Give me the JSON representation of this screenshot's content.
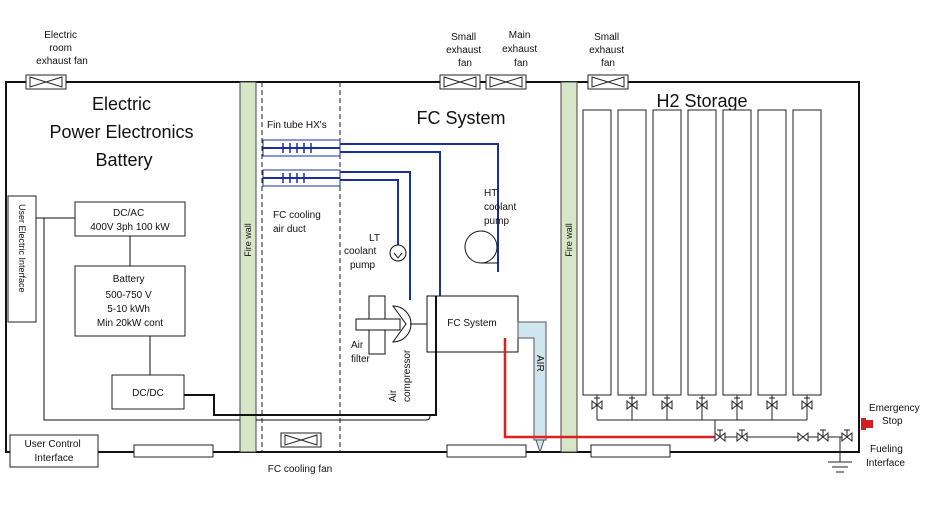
{
  "labels": {
    "electric_room_fan": [
      "Electric",
      "room",
      "exhaust fan"
    ],
    "small_fan_left": [
      "Small",
      "exhaust",
      "fan"
    ],
    "main_fan": [
      "Main",
      "exhaust",
      "fan"
    ],
    "small_fan_right": [
      "Small",
      "exhaust",
      "fan"
    ],
    "electric_title": [
      "Electric",
      "Power Electronics",
      "Battery"
    ],
    "fc_title": "FC System",
    "h2_title": "H2 Storage",
    "fin_tube": "Fin tube HX's",
    "fc_cooling_duct": [
      "FC cooling",
      "air duct"
    ],
    "fire_wall": "Fire wall",
    "lt_pump": [
      "LT",
      "coolant",
      "pump"
    ],
    "ht_pump": [
      "HT",
      "coolant",
      "pump"
    ],
    "dcac": [
      "DC/AC",
      "400V 3ph 100 kW"
    ],
    "battery": [
      "Battery",
      "500-750 V",
      "5-10 kWh",
      "Min 20kW cont"
    ],
    "dcdc": "DC/DC",
    "user_electric": "User Electric Interface",
    "user_control": [
      "User Control",
      "Interface"
    ],
    "air_filter": [
      "Air",
      "filter"
    ],
    "air_compressor": [
      "Air",
      "compressor"
    ],
    "fc_system_box": "FC System",
    "air": "AIR",
    "fc_cooling_fan": "FC cooling fan",
    "emergency_stop": [
      "Emergency",
      "Stop"
    ],
    "fueling_interface": [
      "Fueling",
      "Interface"
    ]
  },
  "colors": {
    "coolant_line": "#1a2fa0",
    "hydrogen_line": "#e02020",
    "firewall_fill": "#d8e6c8",
    "air_duct_fill": "#cfe6f0",
    "estop": "#d02020"
  }
}
